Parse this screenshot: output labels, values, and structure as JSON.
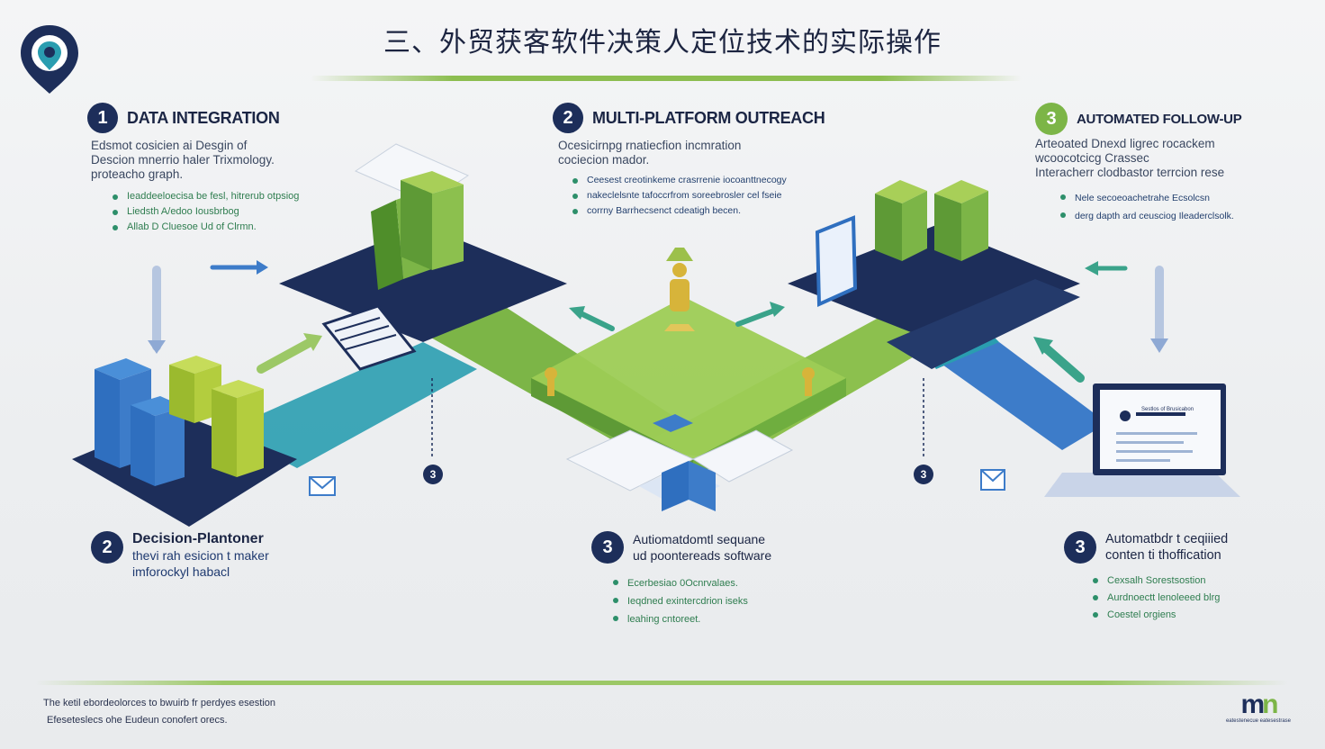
{
  "title": "三、外贸获客软件决策人定位技术的实际操作",
  "colors": {
    "navy": "#1d2e5a",
    "green": "#7cb547",
    "teal": "#2a9db0",
    "blue": "#3d7cc9",
    "lime": "#a8c93a"
  },
  "sections": {
    "data_integration": {
      "number": "1",
      "title": "DATA INTEGRATION",
      "desc_lines": [
        "Edsmot cosicien ai Desgin of",
        "Descion mnerrio haler Trixmology.",
        "proteacho graph."
      ],
      "bullets": [
        "Ieaddeeloecisa be fesl, hitrerub otpsiog",
        "Liedsth A/edoo Iousbrbog",
        "Allab D Cluesoe Ud of Clrmn."
      ]
    },
    "multi_platform": {
      "number": "2",
      "title": "MULTI-PLATFORM OUTREACH",
      "desc_lines": [
        "Ocesicirnpg rnatiecfion incmration",
        "cociecion mador."
      ],
      "bullets": [
        "Ceesest creotinkeme crasrrenie iocoanttnecogy",
        "nakeclelsnte tafoccrfrom soreebrosler cel fseie",
        "corrny Barrhecsenct cdeatigh becen."
      ]
    },
    "automated_followup": {
      "number": "3",
      "title": "AUTOMATED FOLLOW-UP",
      "desc_lines": [
        "Arteoated Dnexd ligrec rocackem",
        "wcoocotcicg Crassec",
        "Interacherr clodbastor terrcion rese"
      ],
      "bullets": [
        "Nele secoeoachetrahe Ecsolcsn",
        "derg dapth ard ceusciog Ileaderclsolk."
      ]
    },
    "decision_platform": {
      "number": "2",
      "title": "Decision-Plantoner",
      "desc_lines": [
        "thevi rah esicion t maker",
        "imforockyl habacl"
      ]
    },
    "automated_sequence": {
      "number": "3",
      "title_lines": [
        "Autiomatdomtl sequane",
        "ud poontereads software"
      ],
      "bullets": [
        "Ecerbesiao 0Ocnrvalaes.",
        "Ieqdned exintercdrion iseks",
        "leahing cntoreet."
      ]
    },
    "automated_content": {
      "number": "3",
      "title_lines": [
        "Automatbdr t ceqiiied",
        "conten ti thoffication"
      ],
      "bullets": [
        "Cexsalh Sorestsostion",
        "Aurdnoectt lenoleeed blrg",
        "Coestel orgiens"
      ]
    }
  },
  "diagram": {
    "small_labels": [
      "3",
      "3"
    ],
    "laptop_header": "Sestlos of Brusicabon"
  },
  "footer": {
    "lines": [
      "The ketil ebordeolorces to bwuirb fr perdyes esestion",
      "Efeseteslecs ohe Eudeun conofert orecs."
    ],
    "brand": "mn",
    "brand_caption": "eatestenecue eatesestrase"
  }
}
